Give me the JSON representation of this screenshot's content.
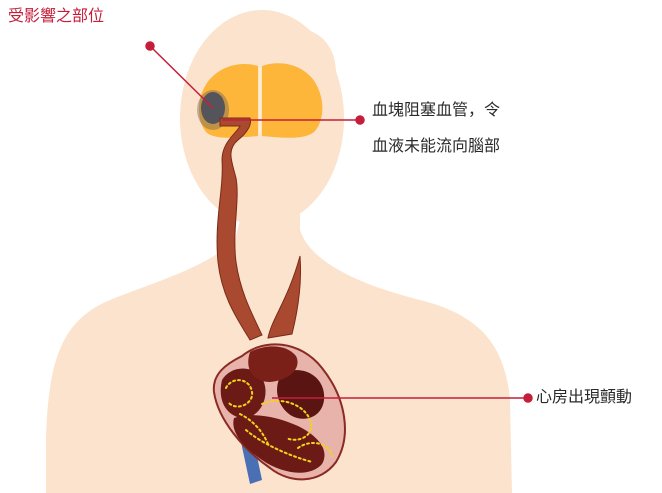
{
  "labels": {
    "affected_area": "受影響之部位",
    "blocked_vessel_line1": "血塊阻塞血管，令",
    "blocked_vessel_line2": "血液未能流向腦部",
    "heart_tremor": "心房出現顫動"
  },
  "colors": {
    "skin": "#fbe3cd",
    "brain": "#fdb53a",
    "clot": "#4b4e5e",
    "vessel": "#a94a30",
    "vessel_outline": "#7a2b1a",
    "heart_dark": "#6b1a16",
    "heart_light": "#e8b3ab",
    "vein_blue": "#4a6fb5",
    "dotted_signal": "#f3d21e",
    "annotation_red": "#c41e3a"
  }
}
